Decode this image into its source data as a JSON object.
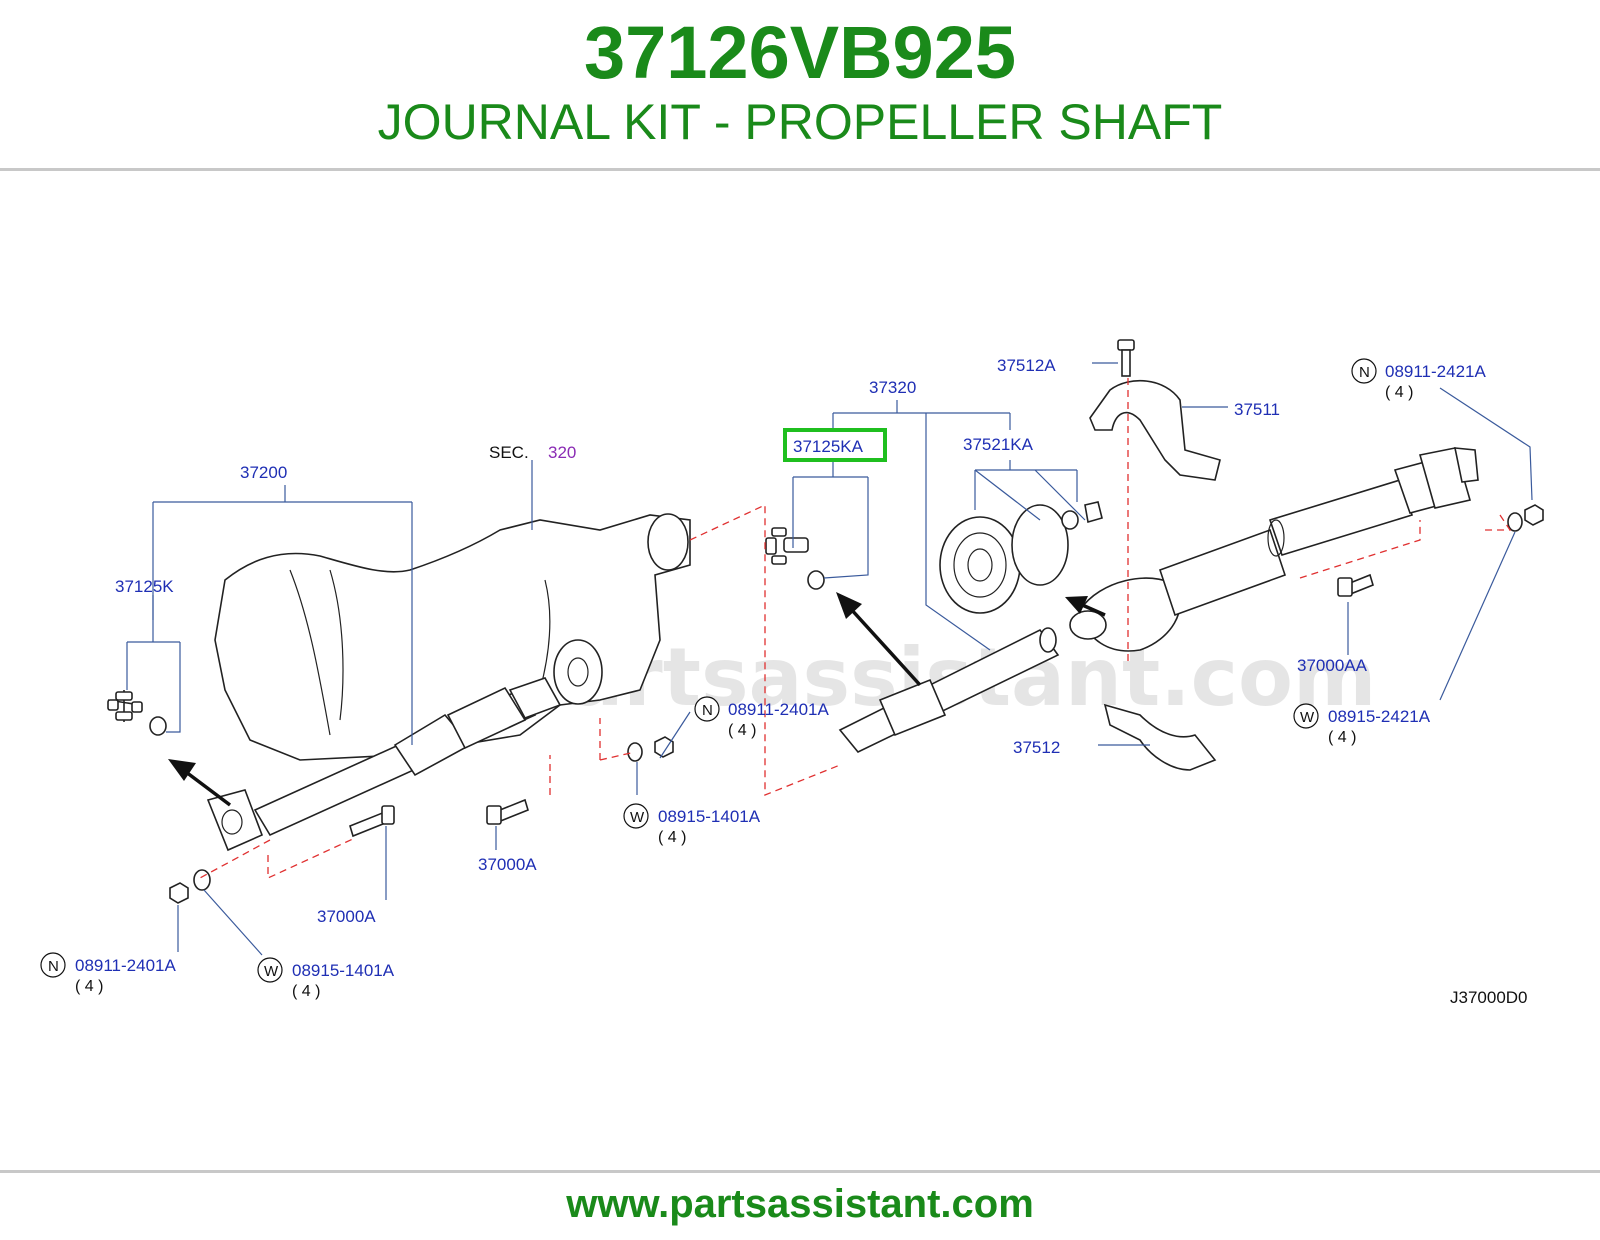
{
  "header": {
    "part_number": "37126VB925",
    "part_name": "JOURNAL KIT - PROPELLER SHAFT"
  },
  "diagram": {
    "watermark": "www.partsassistant.com",
    "diagram_code": "J37000D0",
    "highlight_color": "#1fbf1f",
    "labels": {
      "l37200": "37200",
      "l37125K": "37125K",
      "sec": "SEC.",
      "sec_num": "320",
      "l37320": "37320",
      "l37125KA": "37125KA",
      "l37521KA": "37521KA",
      "l37512A": "37512A",
      "l37511": "37511",
      "l37512": "37512",
      "l37000A_a": "37000A",
      "l37000A_b": "37000A",
      "l37000AA": "37000AA",
      "n1_letter": "N",
      "n1_part": "08911-2401A",
      "n1_qty": "( 4 )",
      "w1_letter": "W",
      "w1_part": "08915-1401A",
      "w1_qty": "( 4 )",
      "n2_letter": "N",
      "n2_part": "08911-2401A",
      "n2_qty": "( 4 )",
      "w2_letter": "W",
      "w2_part": "08915-1401A",
      "w2_qty": "( 4 )",
      "n3_letter": "N",
      "n3_part": "08911-2421A",
      "n3_qty": "( 4 )",
      "w3_letter": "W",
      "w3_part": "08915-2421A",
      "w3_qty": "( 4 )"
    }
  },
  "footer": {
    "url": "www.partsassistant.com"
  }
}
